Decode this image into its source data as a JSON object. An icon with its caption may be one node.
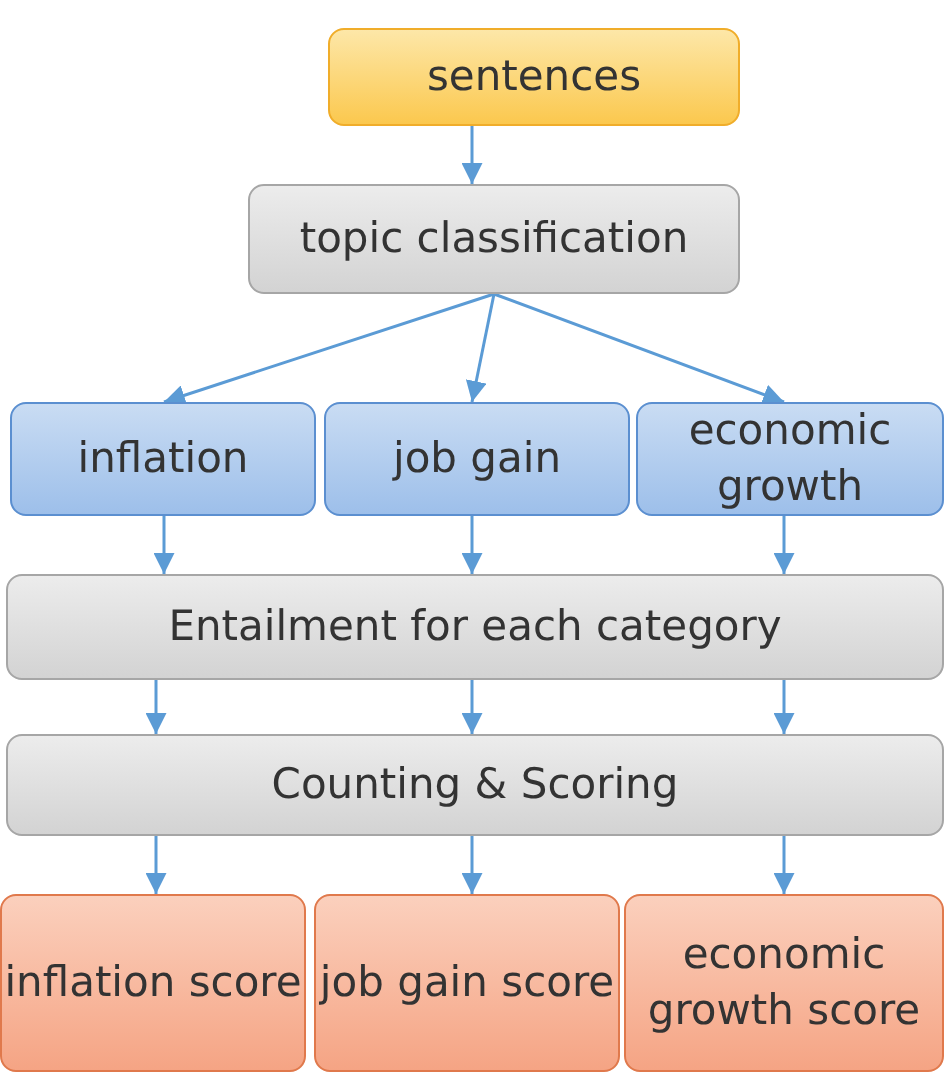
{
  "diagram": {
    "nodes": [
      {
        "text": [
          "sentences"
        ]
      },
      {
        "text": [
          "topic classification"
        ]
      },
      {
        "text": [
          "inflation"
        ]
      },
      {
        "text": [
          "job gain"
        ]
      },
      {
        "text": [
          "economic growth"
        ]
      },
      {
        "text": [
          "Entailment for each category"
        ]
      },
      {
        "text": [
          "Counting & Scoring"
        ]
      },
      {
        "text": [
          "inflation score"
        ]
      },
      {
        "text": [
          "job gain score"
        ]
      },
      {
        "text": [
          "economic growth score"
        ]
      }
    ],
    "edges": [
      {
        "from": 0,
        "to": 1,
        "arrow": "to"
      },
      {
        "from": 1,
        "to": 2,
        "arrow": "to"
      },
      {
        "from": 1,
        "to": 3,
        "arrow": "to"
      },
      {
        "from": 1,
        "to": 4,
        "arrow": "to"
      },
      {
        "from": 2,
        "to": 5,
        "arrow": "to"
      },
      {
        "from": 3,
        "to": 5,
        "arrow": "to"
      },
      {
        "from": 4,
        "to": 5,
        "arrow": "to"
      },
      {
        "from": 5,
        "to": 6,
        "arrow": "to"
      },
      {
        "from": 5,
        "to": 6,
        "arrow": "to"
      },
      {
        "from": 5,
        "to": 6,
        "arrow": "to"
      },
      {
        "from": 6,
        "to": 7,
        "arrow": "to"
      },
      {
        "from": 6,
        "to": 8,
        "arrow": "to"
      },
      {
        "from": 6,
        "to": 9,
        "arrow": "to"
      }
    ]
  }
}
